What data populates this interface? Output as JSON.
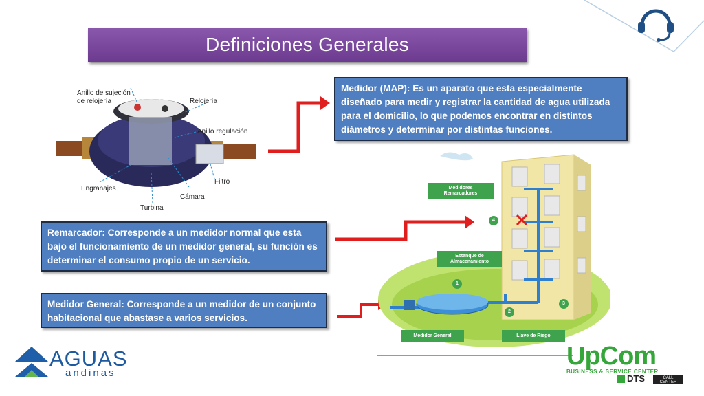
{
  "title": "Definiciones Generales",
  "boxes": {
    "medidor": "Medidor (MAP): Es un aparato que esta especialmente diseñado para medir y registrar la cantidad de agua utilizada para el domicilio, lo que podemos encontrar en distintos diámetros y determinar por distintas funciones.",
    "remarcador": "Remarcador: Corresponde a un medidor normal que esta bajo el funcionamiento de un medidor general, su función es determinar el consumo propio de un servicio.",
    "general": "Medidor General: Corresponde a un medidor de un conjunto habitacional que abastase a varios servicios."
  },
  "meter_labels": {
    "anillo_sujecion_1": "Anillo de sujeción",
    "anillo_sujecion_2": "de relojería",
    "relojeria": "Relojería",
    "anillo_regulacion": "Anillo regulación",
    "filtro": "Filtro",
    "camara": "Cámara",
    "engranajes": "Engranajes",
    "turbina": "Turbina"
  },
  "diagram_labels": {
    "remarcadores_1": "Medidores",
    "remarcadores_2": "Remarcadores",
    "estanque_1": "Estanque de",
    "estanque_2": "Almacenamiento",
    "medidor_general": "Medidor General",
    "llave_riego": "Llave de Riego",
    "n1": "1",
    "n2": "2",
    "n3": "3",
    "n4": "4"
  },
  "logos": {
    "aguas_1": "AGUAS",
    "aguas_2": "andinas",
    "upcom": "UpCom",
    "upcom_sub": "BUSINESS & SERVICE CENTER",
    "dts": "DTS",
    "call_1": "CALL",
    "call_2": "CENTER"
  },
  "colors": {
    "title_bar": "#7b48a0",
    "box_fill": "#4f7fc0",
    "arrow": "#e01e1e",
    "green": "#3fa34d"
  }
}
